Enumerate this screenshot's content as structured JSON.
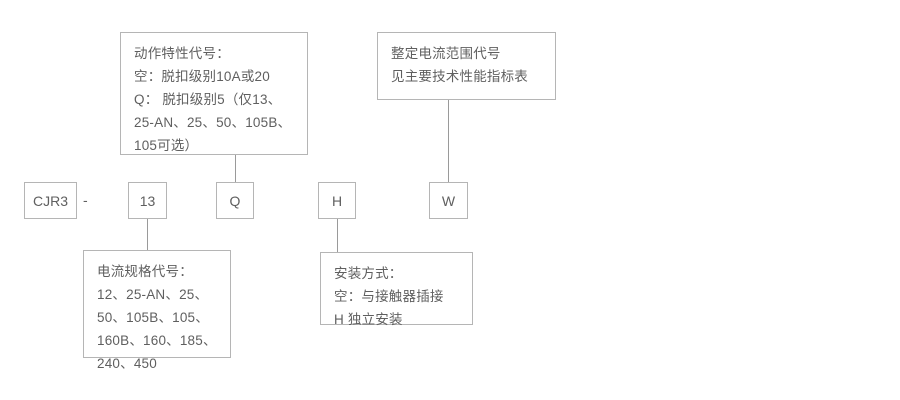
{
  "diagram": {
    "title": "CJR3 产品型号含义图",
    "model_parts": [
      {
        "name": "series-code",
        "label": "CJR3"
      },
      {
        "name": "separator",
        "label": "-"
      },
      {
        "name": "current-spec-code",
        "label": "13"
      },
      {
        "name": "action-char-code",
        "label": "Q"
      },
      {
        "name": "mounting-code",
        "label": "H"
      },
      {
        "name": "current-range-code",
        "label": "W"
      }
    ],
    "notes": {
      "action_characteristic": "动作特性代号：\n空：脱扣级别10A或20\nQ： 脱扣级别5（仅13、25-AN、25、50、105B、105可选）",
      "current_range": "整定电流范围代号\n见主要技术性能指标表",
      "current_spec": "电流规格代号：\n12、25-AN、25、50、105B、105、160B、160、185、240、450",
      "mounting_type": "安装方式：\n空：与接触器插接\nH   独立安装"
    },
    "colors": {
      "border": "#b5b5b5",
      "line": "#9a9a9a",
      "text": "#5f5f5f",
      "background": "#ffffff"
    }
  }
}
